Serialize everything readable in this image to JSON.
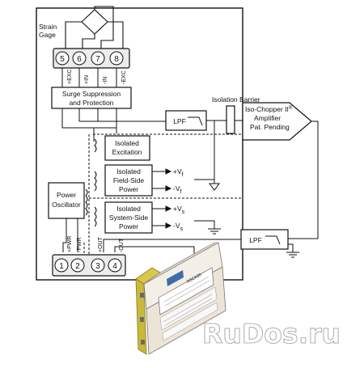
{
  "strain_gage": {
    "line1": "Strain",
    "line2": "Gage"
  },
  "input_terminals": [
    "5",
    "6",
    "7",
    "8"
  ],
  "input_pin_labels": [
    "+EXC",
    "+IN",
    "-IN",
    "-EXC"
  ],
  "surge": {
    "line1": "Surge Suppression",
    "line2": "and Protection"
  },
  "lpf_label": "LPF",
  "isolation_barrier": "Isolation Barrier",
  "amplifier": {
    "line1": "Iso-Chopper II",
    "sup": "®",
    "line2": "Amplifier",
    "line3": "Pat. Pending"
  },
  "isolated_excitation": {
    "line1": "Isolated",
    "line2": "Excitation"
  },
  "field_side_power": {
    "line1": "Isolated",
    "line2": "Field-Side",
    "line3": "Power"
  },
  "system_side_power": {
    "line1": "Isolated",
    "line2": "System-Side",
    "line3": "Power"
  },
  "power_oscillator": {
    "line1": "Power",
    "line2": "Oscillator"
  },
  "field_rails": {
    "pos": "+V",
    "pos_sub": "f",
    "neg": "-V",
    "neg_sub": "f"
  },
  "system_rails": {
    "pos": "+V",
    "pos_sub": "s",
    "neg": "-V",
    "neg_sub": "s"
  },
  "output_terminals": [
    "1",
    "2",
    "3",
    "4"
  ],
  "output_pin_labels": [
    "+PWR",
    "-PWR",
    "+OUT",
    "-OUT"
  ],
  "product_label_text": "DSCA38",
  "watermark": "RuDos.ru",
  "colors": {
    "line": "#111111",
    "dashed": "#111111",
    "module_body": "#f1eadf",
    "module_accent": "#d9c94a"
  }
}
